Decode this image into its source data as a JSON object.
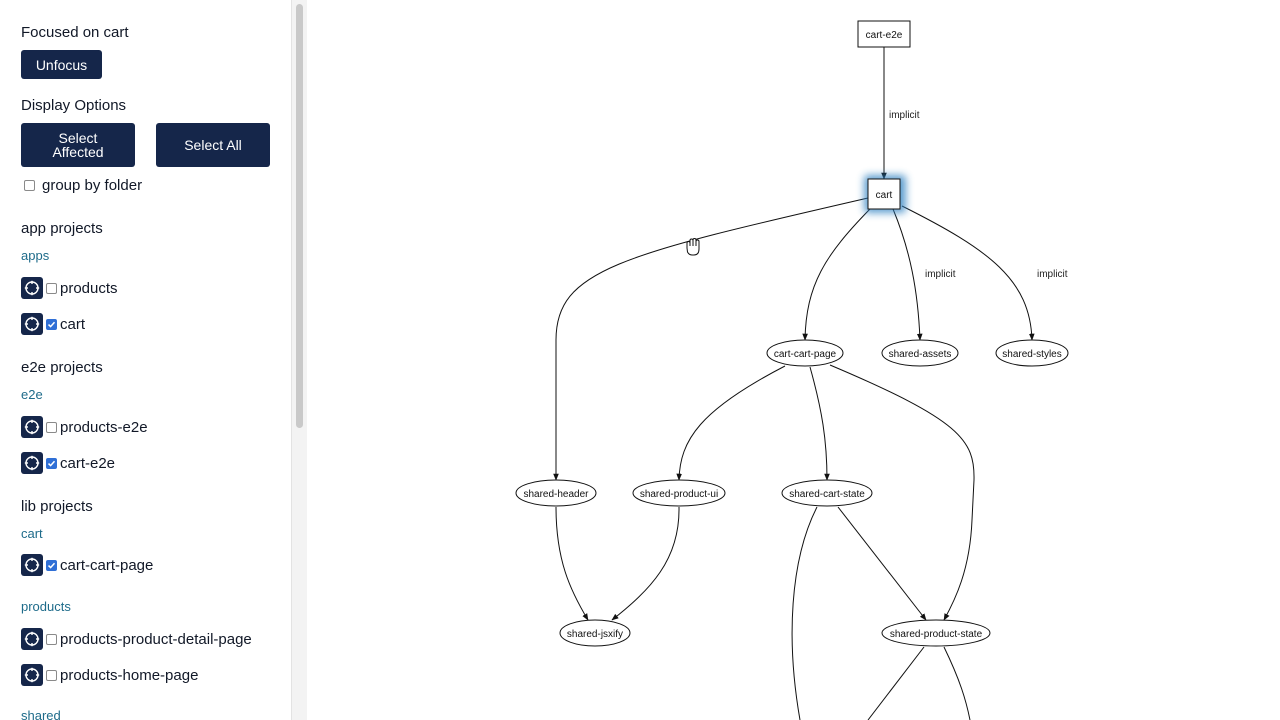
{
  "sidebar": {
    "focus_title": "Focused on cart",
    "unfocus_label": "Unfocus",
    "display_options_title": "Display Options",
    "select_affected_label": "Select Affected",
    "select_all_label": "Select All",
    "group_by_folder_label": "group by folder",
    "group_by_folder_checked": false,
    "sections": [
      {
        "title": "app projects",
        "folder": "apps",
        "items": [
          {
            "label": "products",
            "checked": false
          },
          {
            "label": "cart",
            "checked": true
          }
        ]
      },
      {
        "title": "e2e projects",
        "folder": "e2e",
        "items": [
          {
            "label": "products-e2e",
            "checked": false
          },
          {
            "label": "cart-e2e",
            "checked": true
          }
        ]
      },
      {
        "title": "lib projects"
      }
    ],
    "lib_groups": [
      {
        "folder": "cart",
        "items": [
          {
            "label": "cart-cart-page",
            "checked": true
          }
        ]
      },
      {
        "folder": "products",
        "items": [
          {
            "label": "products-product-detail-page",
            "checked": false
          },
          {
            "label": "products-home-page",
            "checked": false
          }
        ]
      },
      {
        "folder": "shared"
      }
    ]
  },
  "graph": {
    "nodes": {
      "cart_e2e": "cart-e2e",
      "cart": "cart",
      "cart_cart_page": "cart-cart-page",
      "shared_assets": "shared-assets",
      "shared_styles": "shared-styles",
      "shared_header": "shared-header",
      "shared_product_ui": "shared-product-ui",
      "shared_cart_state": "shared-cart-state",
      "shared_jsxify": "shared-jsxify",
      "shared_product_state": "shared-product-state"
    },
    "edge_labels": {
      "cart_e2e_to_cart": "implicit",
      "cart_to_shared_assets": "implicit",
      "cart_to_shared_styles": "implicit"
    },
    "highlight_color": "#2a7fc0",
    "accent_color": "#15264a"
  }
}
